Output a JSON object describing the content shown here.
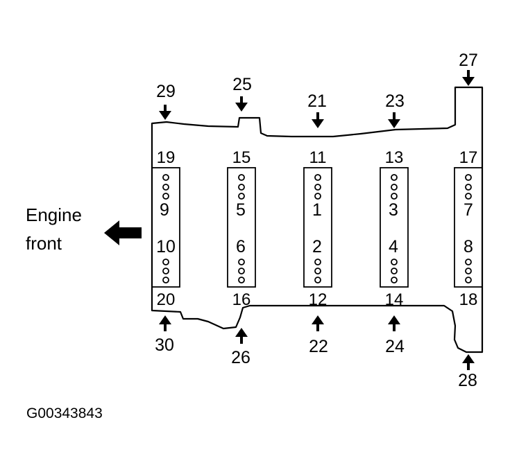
{
  "engine_label": {
    "line1": "Engine",
    "line2": "front"
  },
  "caption": "G00343843",
  "journals": [
    {
      "top": "19",
      "upper": "9",
      "lower": "10",
      "bottom": "20"
    },
    {
      "top": "15",
      "upper": "5",
      "lower": "6",
      "bottom": "16"
    },
    {
      "top": "11",
      "upper": "1",
      "lower": "2",
      "bottom": "12"
    },
    {
      "top": "13",
      "upper": "3",
      "lower": "4",
      "bottom": "14"
    },
    {
      "top": "17",
      "upper": "7",
      "lower": "8",
      "bottom": "18"
    }
  ],
  "top_arrows": [
    "29",
    "25",
    "21",
    "23",
    "27"
  ],
  "bottom_arrows": [
    "30",
    "26",
    "22",
    "24",
    "28"
  ]
}
